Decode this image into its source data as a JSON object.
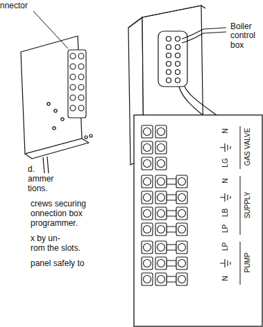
{
  "diagram": {
    "labels": [
      "nnector",
      "Boiler control box",
      "d.",
      "ammer",
      "tions.",
      "crews securing",
      "onnection box",
      "programmer.",
      "x by un-",
      "rom the slots.",
      "panel safely to",
      "N",
      "LG",
      "GAS VALVE",
      "N",
      "LB",
      "LP",
      "SUPPLY",
      "LP",
      "N",
      "PUMP"
    ]
  }
}
